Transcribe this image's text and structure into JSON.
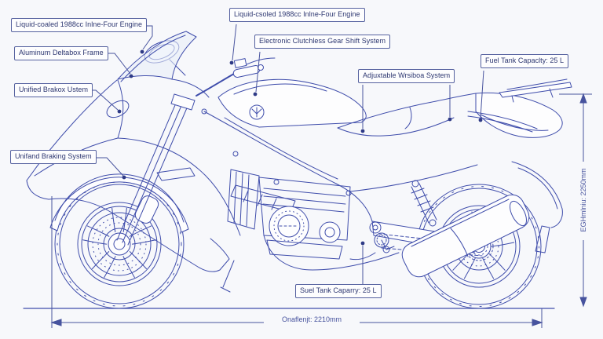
{
  "scene": {
    "type": "technical-blueprint-motorcycle-side-view",
    "background_color": "#f7f8fb",
    "line_color": "#3f4dab",
    "label_border_color": "#55619f",
    "label_text_color": "#2c3670"
  },
  "labels": [
    {
      "name": "engine-spec-left",
      "text": "Liquid-coaled 1988cc Inlne-Four Engine"
    },
    {
      "name": "frame-spec",
      "text": "Aluminum Deltabox Frame"
    },
    {
      "name": "brake-system-upper",
      "text": "Unified Brakox Ustem"
    },
    {
      "name": "engine-spec-top",
      "text": "Liquid-csoled 1988cc Inlne-Four Engine"
    },
    {
      "name": "gear-shift-spec",
      "text": "Electronic Clutchless Gear Shift System"
    },
    {
      "name": "windshield-spec",
      "text": "Adjuxtable Wrsiboa System"
    },
    {
      "name": "fuel-tank-spec",
      "text": "Fuel Tank Capaclty: 25 L"
    },
    {
      "name": "brake-system-lower",
      "text": "Unifand Braking System"
    },
    {
      "name": "fuel-tank-bottom",
      "text": "Suel Tank Caparry: 25 L"
    }
  ],
  "dimensions": {
    "overall_length": {
      "text": "Onaflenjt: 2210mm"
    },
    "overall_height": {
      "text": "EGHmlniu: 2250mm"
    }
  },
  "icons": {
    "brand_logo": "tuning-fork-emblem-on-fuel-tank"
  }
}
